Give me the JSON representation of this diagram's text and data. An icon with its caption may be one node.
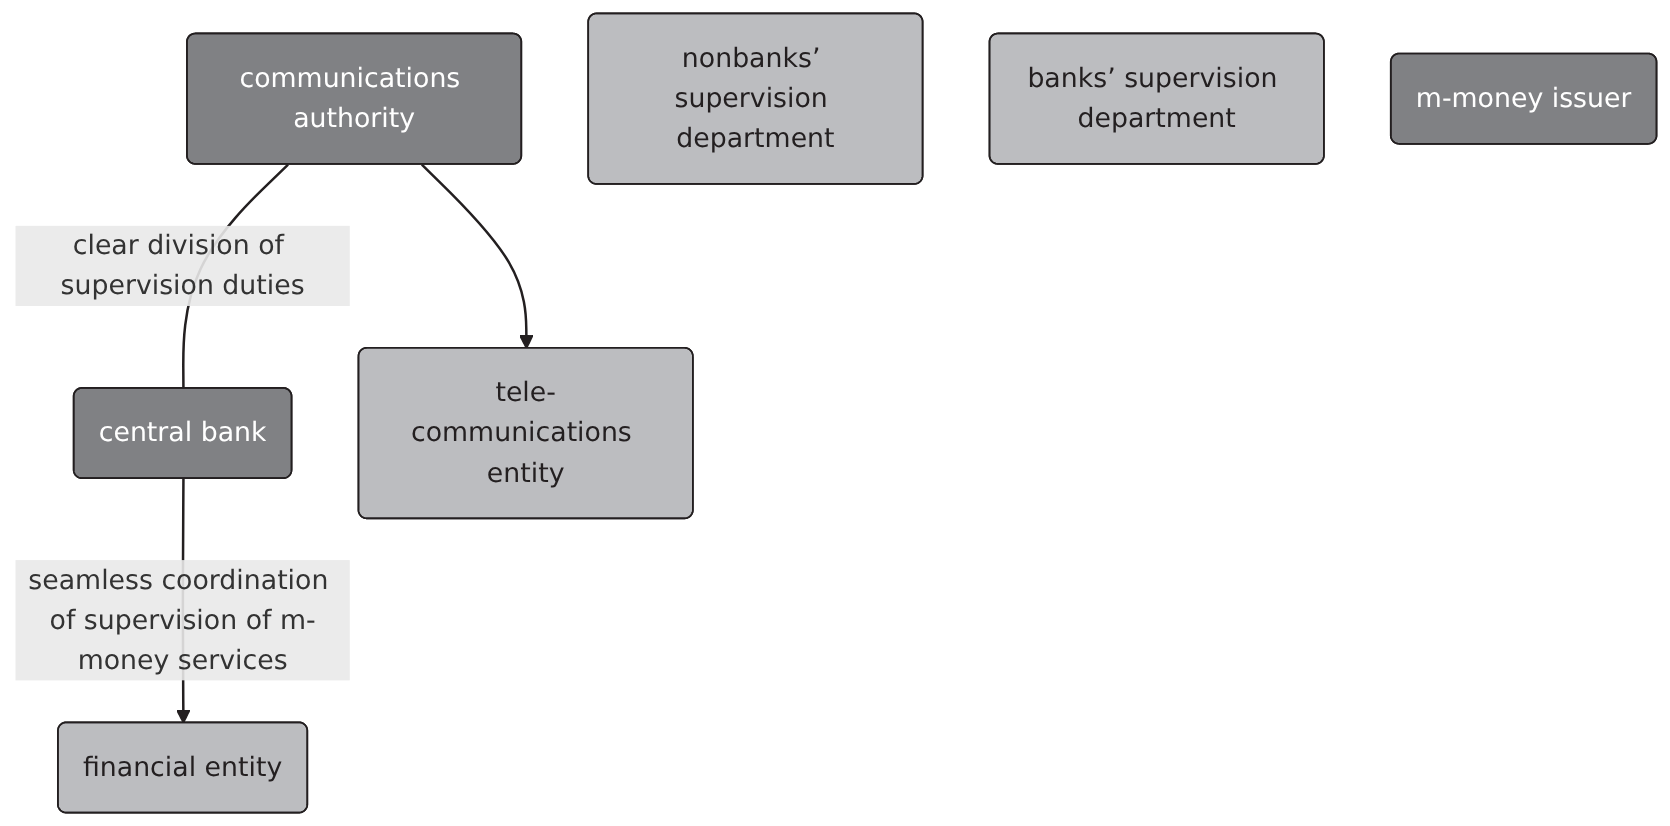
{
  "diagram": {
    "nodes": [
      {
        "text": [
          "communications authority"
        ]
      },
      {
        "text": [
          "central bank"
        ]
      },
      {
        "text": [
          "nonbanks’ supervision department"
        ]
      },
      {
        "text": [
          "banks’ supervision department"
        ]
      },
      {
        "text": [
          "m-money issuer"
        ]
      },
      {
        "text": [
          "tele-communications entity"
        ]
      },
      {
        "text": [
          "financial entity"
        ]
      }
    ],
    "edges": [
      {
        "from": 0,
        "to": 1,
        "arrow": "none",
        "label": "clear division of supervision duties"
      },
      {
        "from": 0,
        "to": 5,
        "arrow": "to"
      },
      {
        "from": 1,
        "to": 6,
        "arrow": "to",
        "label": "seamless coordination of supervision of m-money services"
      }
    ]
  }
}
